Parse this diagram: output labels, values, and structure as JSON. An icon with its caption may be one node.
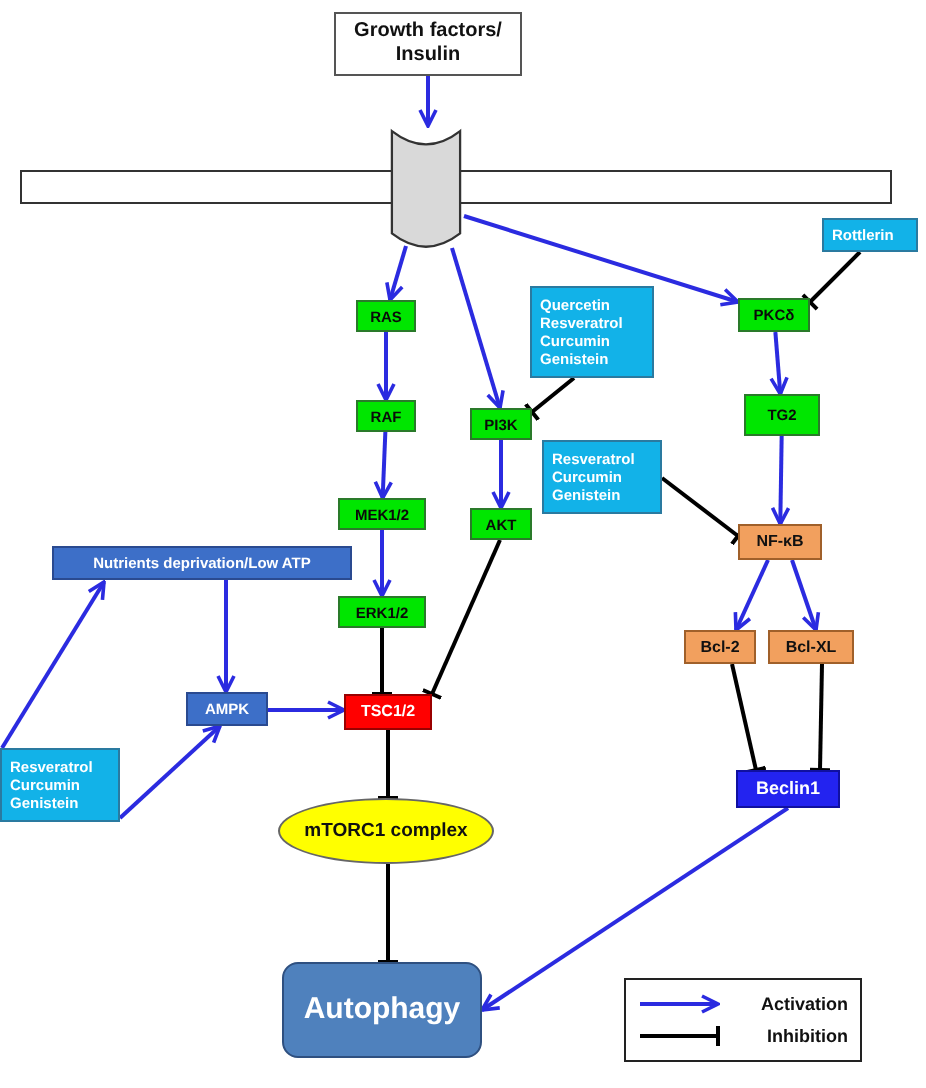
{
  "diagram": {
    "nodes": [
      {
        "text": [
          "Growth factors/ Insulin"
        ]
      },
      {
        "text": [],
        "shape": "bar"
      },
      {
        "text": [],
        "shape": "cylinder"
      },
      {
        "text": [
          "RAS"
        ]
      },
      {
        "text": [
          "RAF"
        ]
      },
      {
        "text": [
          "MEK1/2"
        ]
      },
      {
        "text": [
          "ERK1/2"
        ]
      },
      {
        "text": [
          "Quercetin Resveratrol Curcumin Genistein"
        ]
      },
      {
        "text": [
          "PI3K"
        ]
      },
      {
        "text": [
          "AKT"
        ]
      },
      {
        "text": [
          "Rottlerin"
        ]
      },
      {
        "text": [
          "PKCδ"
        ]
      },
      {
        "text": [
          "TG2"
        ]
      },
      {
        "text": [
          "Resveratrol Curcumin Genistein"
        ]
      },
      {
        "text": [
          "NF-κB"
        ]
      },
      {
        "text": [
          "Nutrients deprivation/Low ATP"
        ]
      },
      {
        "text": [
          "AMPK"
        ]
      },
      {
        "text": [
          "TSC1/2"
        ]
      },
      {
        "text": [
          "Bcl-2"
        ]
      },
      {
        "text": [
          "Bcl-XL"
        ]
      },
      {
        "text": [
          "Resveratrol Curcumin Genistein"
        ]
      },
      {
        "text": [
          "mTORC1 complex"
        ]
      },
      {
        "text": [
          "Beclin1"
        ]
      },
      {
        "text": [
          "Autophagy"
        ]
      }
    ],
    "edges": [
      {
        "from": 0,
        "to": 2,
        "arrow": "to"
      },
      {
        "from": 2,
        "to": 3,
        "arrow": "to"
      },
      {
        "from": 2,
        "to": 8,
        "arrow": "to"
      },
      {
        "from": 2,
        "to": 11,
        "arrow": "to"
      },
      {
        "from": 3,
        "to": 4,
        "arrow": "to"
      },
      {
        "from": 4,
        "to": 5,
        "arrow": "to"
      },
      {
        "from": 5,
        "to": 6,
        "arrow": "to"
      },
      {
        "from": 6,
        "to": 17,
        "arrow": "other",
        "color": "#000000"
      },
      {
        "from": 7,
        "to": 8,
        "arrow": "other",
        "color": "#000000"
      },
      {
        "from": 8,
        "to": 9,
        "arrow": "to"
      },
      {
        "from": 9,
        "to": 17,
        "arrow": "other",
        "color": "#000000"
      },
      {
        "from": 10,
        "to": 11,
        "arrow": "other",
        "color": "#000000"
      },
      {
        "from": 11,
        "to": 12,
        "arrow": "to"
      },
      {
        "from": 12,
        "to": 14,
        "arrow": "to"
      },
      {
        "from": 13,
        "to": 14,
        "arrow": "other",
        "color": "#000000"
      },
      {
        "from": 14,
        "to": 18,
        "arrow": "to"
      },
      {
        "from": 14,
        "to": 19,
        "arrow": "to"
      },
      {
        "from": 18,
        "to": 22,
        "arrow": "other",
        "color": "#000000"
      },
      {
        "from": 19,
        "to": 22,
        "arrow": "other",
        "color": "#000000"
      },
      {
        "from": 15,
        "to": 16,
        "arrow": "to"
      },
      {
        "from": 16,
        "to": 17,
        "arrow": "to"
      },
      {
        "from": 20,
        "to": 15,
        "arrow": "to"
      },
      {
        "from": 20,
        "to": 16,
        "arrow": "to"
      },
      {
        "from": 17,
        "to": 21,
        "arrow": "other",
        "color": "#000000"
      },
      {
        "from": 21,
        "to": 23,
        "arrow": "other",
        "color": "#000000"
      },
      {
        "from": 22,
        "to": 23,
        "arrow": "to"
      }
    ],
    "legend": [
      {
        "text": "Activation"
      },
      {
        "text": "Inhibition"
      }
    ]
  }
}
